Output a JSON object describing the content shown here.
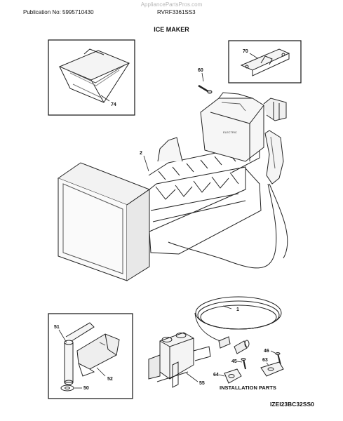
{
  "header": {
    "source": "AppliancePartsPros.com",
    "publication": "Publication No: 5995710430",
    "model": "RVRF3361SS3",
    "title": "ICE MAKER"
  },
  "parts": {
    "p74": "74",
    "p70": "70",
    "p60": "60",
    "p2": "2",
    "p1": "1",
    "p51": "51",
    "p52": "52",
    "p50": "50",
    "p55": "55",
    "p45": "45",
    "p46": "46",
    "p63": "63",
    "p64": "64"
  },
  "installation_label": "INSTALLATION PARTS",
  "diagram_code": "IZEI23BC32SS0"
}
